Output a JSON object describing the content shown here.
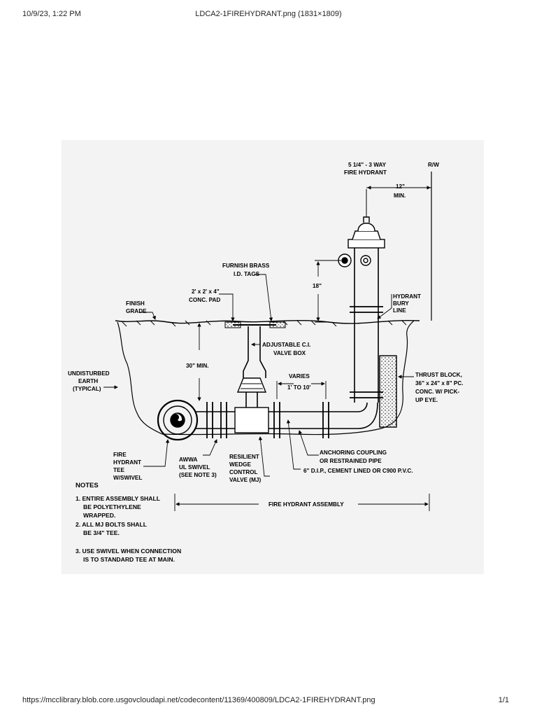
{
  "print_header": {
    "datetime": "10/9/23, 1:22 PM",
    "title": "LDCA2-1FIREHYDRANT.png (1831×1809)"
  },
  "print_footer": {
    "url": "https://mcclibrary.blob.core.usgovcloudapi.net/codecontent/11369/400809/LDCA2-1FIREHYDRANT.png",
    "page": "1/1"
  },
  "drawing": {
    "hydrant_label": [
      "5 1/4\" - 3 WAY",
      "FIRE HYDRANT"
    ],
    "rw_label": "R/W",
    "dim_12": [
      "12\"",
      "MIN."
    ],
    "brass_tags": [
      "FURNISH BRASS",
      "I.D. TAGS"
    ],
    "dim_18": "18\"",
    "hydrant_bury": [
      "HYDRANT",
      "BURY",
      "LINE"
    ],
    "conc_pad": [
      "2' x 2' x 4\"",
      "CONC. PAD"
    ],
    "finish_grade": [
      "FINISH",
      "GRADE"
    ],
    "valve_box": [
      "ADJUSTABLE C.I.",
      "VALVE BOX"
    ],
    "dim_30": "30\" MIN.",
    "varies": [
      "VARIES",
      "1' TO 10'"
    ],
    "undisturbed": [
      "UNDISTURBED",
      "EARTH",
      "(TYPICAL)"
    ],
    "thrust_block": [
      "THRUST BLOCK,",
      "36\" x 24\" x 8\" PC.",
      "CONC. W/ PICK-",
      "UP EYE."
    ],
    "fire_hydrant_tee": [
      "FIRE",
      "HYDRANT",
      "TEE",
      "W/SWIVEL"
    ],
    "awwa": [
      "AWWA",
      "UL SWIVEL",
      "(SEE NOTE 3)"
    ],
    "resilient": [
      "RESILIENT",
      "WEDGE",
      "CONTROL",
      "VALVE (MJ)"
    ],
    "anchoring": [
      "ANCHORING COUPLING",
      "OR RESTRAINED PIPE"
    ],
    "dip": "6\" D.I.P., CEMENT LINED OR C900 P.V.C.",
    "assembly": "FIRE HYDRANT ASSEMBLY",
    "notes_title": "NOTES",
    "notes": [
      [
        "1. ENTIRE ASSEMBLY SHALL",
        "BE POLYETHYLENE",
        "WRAPPED."
      ],
      [
        "2. ALL MJ BOLTS SHALL",
        "BE 3/4\" TEE."
      ],
      [
        "3. USE SWIVEL WHEN CONNECTION",
        "IS TO STANDARD TEE AT MAIN."
      ]
    ]
  }
}
